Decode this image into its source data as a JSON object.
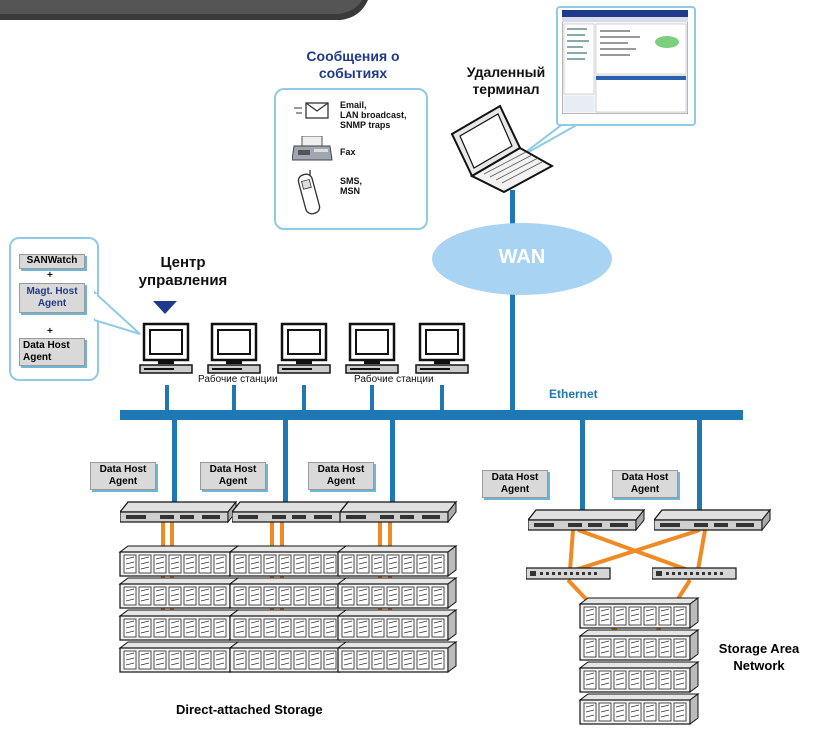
{
  "events": {
    "title": "Сообщения о событиях",
    "title_line1": "Сообщения о",
    "title_line2": "событиях",
    "items": [
      {
        "icon": "envelope-icon",
        "label_lines": [
          "Email,",
          "LAN broadcast,",
          "SNMP traps"
        ]
      },
      {
        "icon": "fax-icon",
        "label_lines": [
          "Fax"
        ]
      },
      {
        "icon": "mobile-phone-icon",
        "label_lines": [
          "SMS,",
          "MSN"
        ]
      }
    ]
  },
  "remote_terminal": {
    "line1": "Удаленный",
    "line2": "терминал"
  },
  "wan_label": "WAN",
  "ethernet_label": "Ethernet",
  "control_center": {
    "line1": "Центр",
    "line2": "управления"
  },
  "software_stack": {
    "sanwatch": "SANWatch",
    "plus1": "+",
    "magt_line1": "Magt. Host",
    "magt_line2": "Agent",
    "plus2": "+",
    "data_line1": "Data Host",
    "data_line2": "Agent"
  },
  "workstations_label_1": "Рабочие станции",
  "workstations_label_2": "Рабочие станции",
  "data_host_agent": {
    "line1": "Data Host",
    "line2": "Agent"
  },
  "das_label": "Direct-attached Storage",
  "san_label": {
    "line1": "Storage Area",
    "line2": "Network"
  },
  "colors": {
    "network": "#1f77b4",
    "fc_link": "#f08a24",
    "wan": "#a9d3f2",
    "accent_text": "#1f3a8a",
    "callout_border": "#8ecbe6"
  }
}
